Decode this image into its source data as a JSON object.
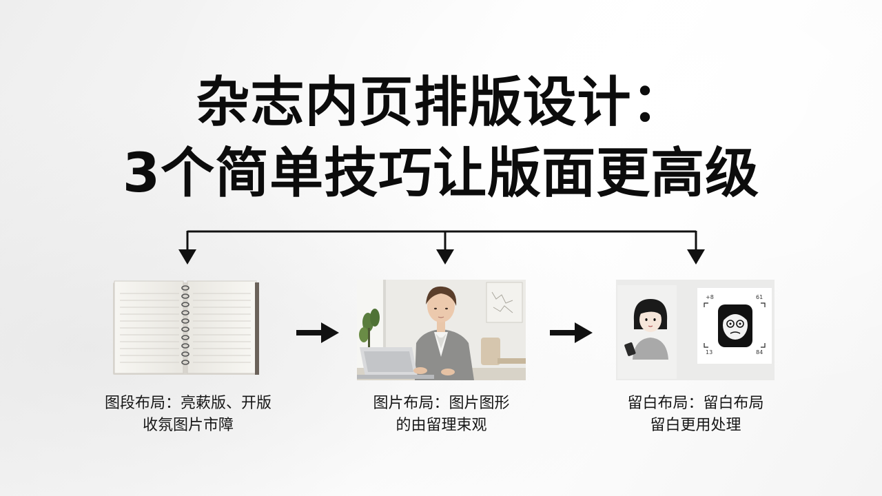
{
  "title": {
    "line1": "杂志内页排版设计：",
    "line2": "3个简单技巧让版面更高级"
  },
  "steps": [
    {
      "caption_line1": "图段布局：亮蔌版、开版",
      "caption_line2": "收氛图片市障",
      "image": "open-notebook-icon"
    },
    {
      "caption_line1": "图片布局：图片图形",
      "caption_line2": "的由留理束观",
      "image": "woman-at-laptop-photo"
    },
    {
      "caption_line1": "留白布局：留白布局",
      "caption_line2": "留白更用处理",
      "image": "whitespace-layout-cards",
      "card_labels": [
        "+8",
        "61",
        "13",
        "84"
      ]
    }
  ],
  "colors": {
    "text": "#111111",
    "arrow": "#111111",
    "background": "#f5f5f5"
  }
}
